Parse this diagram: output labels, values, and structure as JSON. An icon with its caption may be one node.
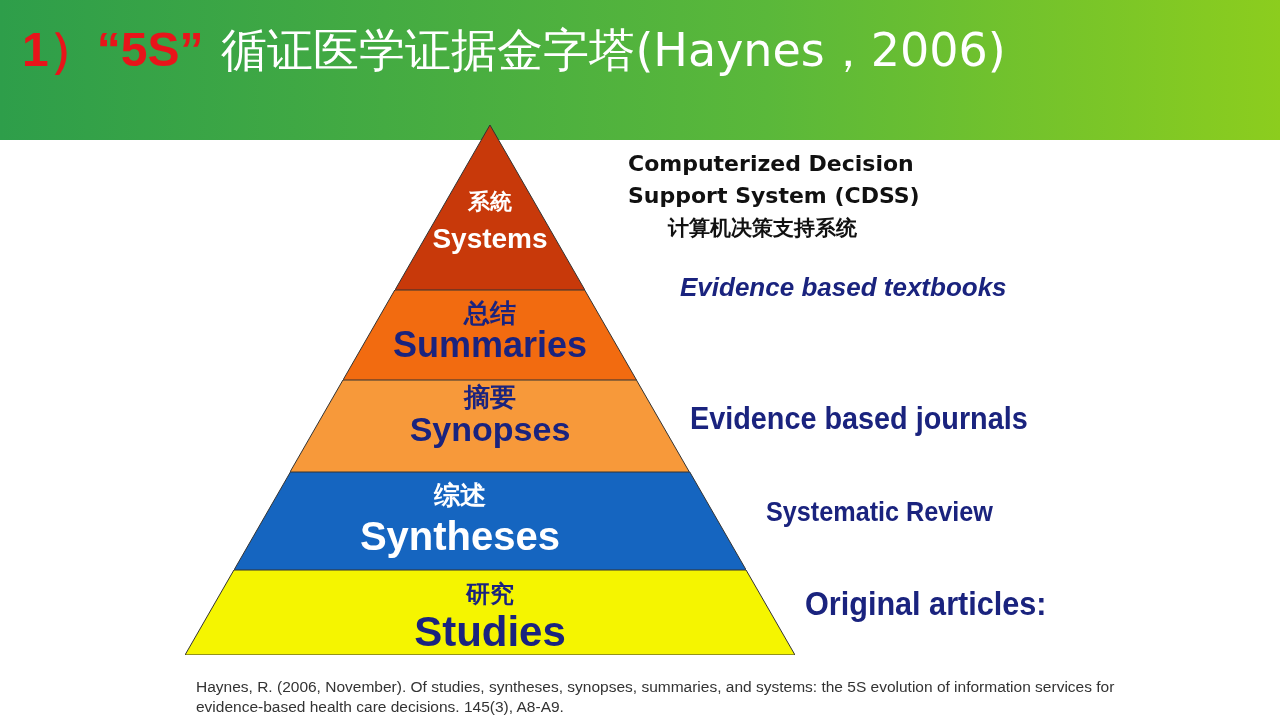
{
  "diagram": {
    "title": "循证医学证据金字塔(Haynes，2006)",
    "nodes": [
      {
        "text": [
          "系統",
          "Systems"
        ],
        "beside": [
          "Computerized Decision Support System (CDSS)",
          "计算机决策支持系统"
        ]
      },
      {
        "text": [
          "总结",
          "Summaries"
        ],
        "beside": [
          "Evidence based textbooks"
        ]
      },
      {
        "text": [
          "摘要",
          "Synopses"
        ],
        "beside": [
          "Evidence based journals"
        ]
      },
      {
        "text": [
          "综述",
          "Syntheses"
        ],
        "beside": [
          "Systematic Review"
        ]
      },
      {
        "text": [
          "研究",
          "Studies"
        ],
        "beside": [
          "Original articles:"
        ]
      }
    ],
    "labels": [
      "1）“5S”"
    ],
    "caption": "Haynes, R. (2006, November). Of studies, syntheses, synopses, summaries, and systems: the 5S evolution of information services for evidence-based health care decisions. 145(3), A8-A9."
  }
}
